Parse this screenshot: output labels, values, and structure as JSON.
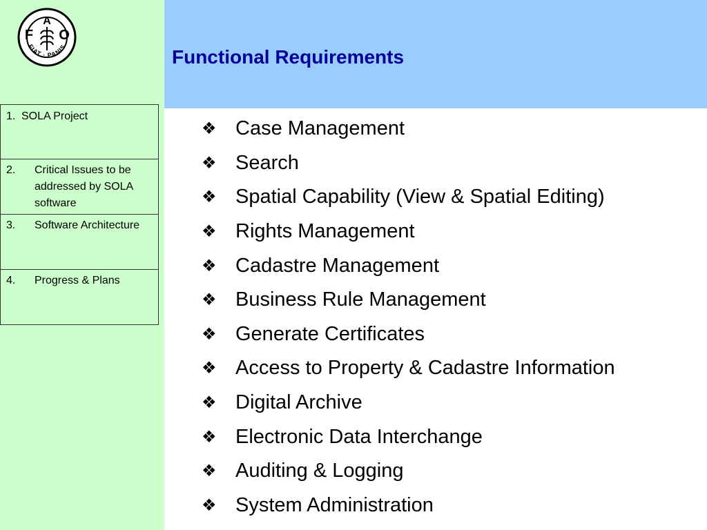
{
  "logo": {
    "name": "fao-logo-icon",
    "letters": [
      "F",
      "A",
      "O"
    ],
    "motto": "FIAT PANIS"
  },
  "header": {
    "title": "Functional Requirements"
  },
  "sidebar": {
    "items": [
      {
        "number": "1.",
        "label": "SOLA Project"
      },
      {
        "number": "2.",
        "label": "Critical Issues to be addressed by SOLA software"
      },
      {
        "number": "3.",
        "label": "Software Architecture"
      },
      {
        "number": "4.",
        "label": "Progress & Plans"
      }
    ]
  },
  "main": {
    "bullet_glyph": "❖",
    "requirements": [
      "Case Management",
      "Search",
      "Spatial Capability (View & Spatial Editing)",
      "Rights Management",
      "Cadastre Management",
      "Business Rule Management",
      "Generate Certificates",
      "Access to Property & Cadastre Information",
      "Digital Archive",
      "Electronic Data Interchange",
      "Auditing & Logging",
      "System Administration"
    ]
  },
  "colors": {
    "sidebar_bg": "#ccffcc",
    "header_bg": "#99ccff",
    "title_color": "#000099"
  }
}
